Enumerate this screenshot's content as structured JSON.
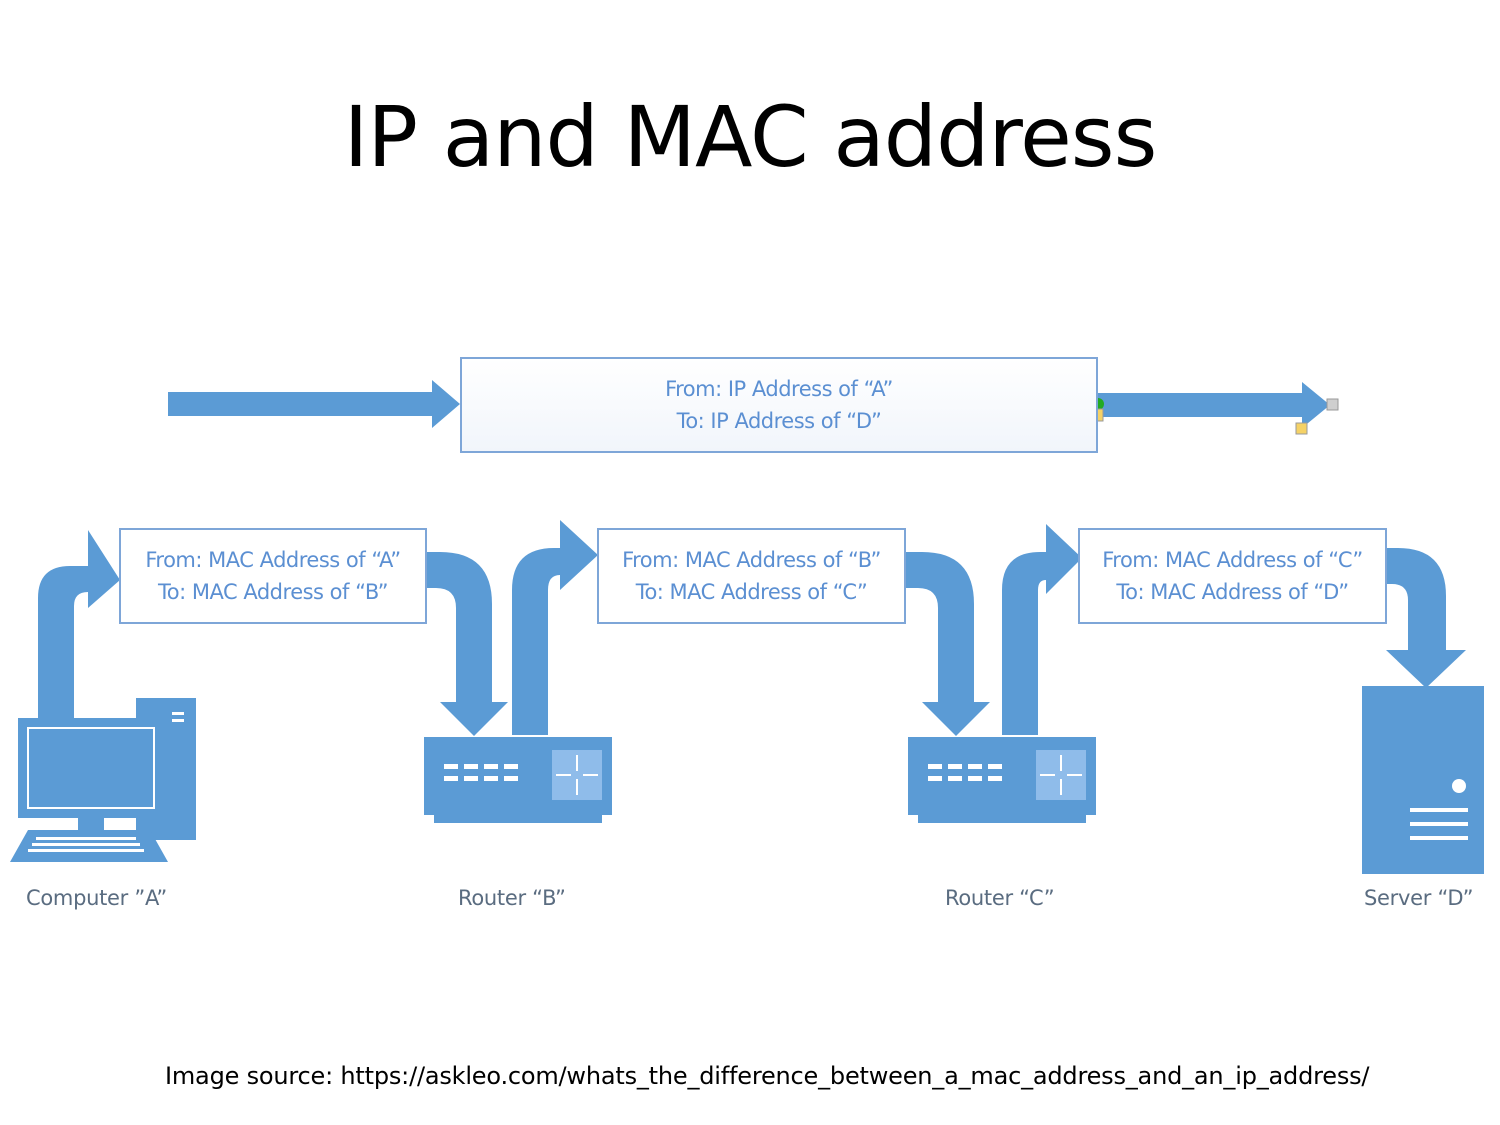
{
  "title": "IP and MAC address",
  "ip_box": {
    "from": "From: IP Address of “A”",
    "to": "To: IP Address of “D”"
  },
  "mac_boxes": [
    {
      "from": "From: MAC Address of “A”",
      "to": "To: MAC Address of “B”"
    },
    {
      "from": "From: MAC Address of “B”",
      "to": "To: MAC Address of “C”"
    },
    {
      "from": "From: MAC Address of “C”",
      "to": "To: MAC Address of “D”"
    }
  ],
  "devices": [
    {
      "label": "Computer ”A”",
      "icon": "computer-icon"
    },
    {
      "label": "Router “B”",
      "icon": "router-icon"
    },
    {
      "label": "Router “C”",
      "icon": "router-icon"
    },
    {
      "label": "Server “D”",
      "icon": "server-icon"
    }
  ],
  "source": "Image source: https://askleo.com/whats_the_difference_between_a_mac_address_and_an_ip_address/",
  "colors": {
    "arrow": "#5b9bd5",
    "box_border": "#7ea6d8",
    "box_text": "#5b8fd2",
    "device_fill": "#5b9bd5"
  }
}
